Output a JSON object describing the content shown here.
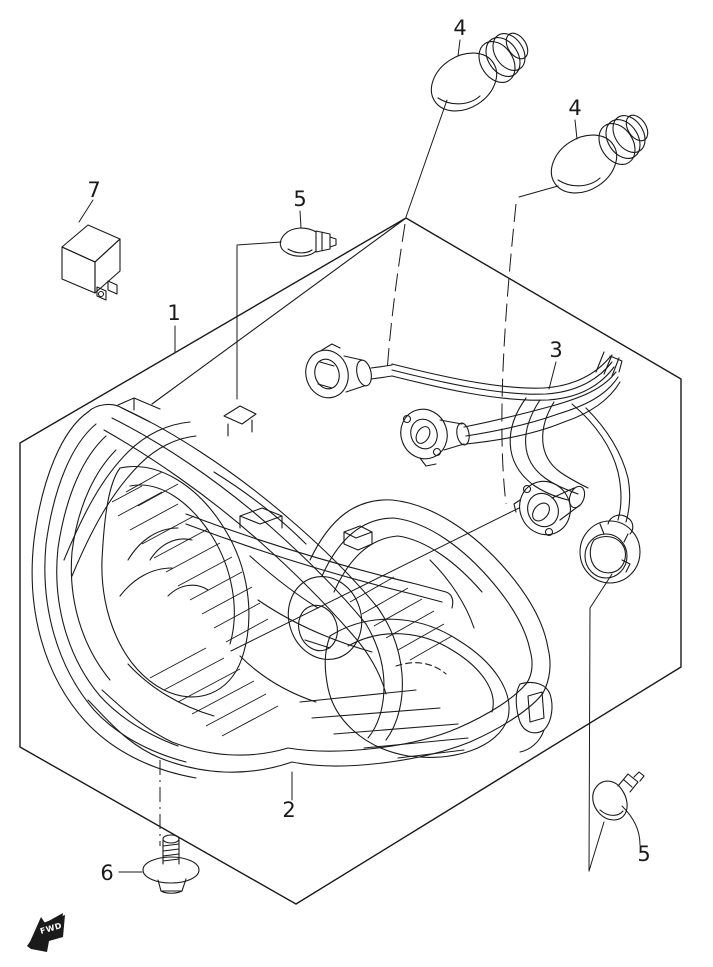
{
  "colors": {
    "paper": "#ffffff",
    "ink": "#1a1a1a"
  },
  "callouts": {
    "c1": "1",
    "c2": "2",
    "c3": "3",
    "c4a": "4",
    "c4b": "4",
    "c5a": "5",
    "c5b": "5",
    "c6": "6",
    "c7": "7"
  },
  "badge": {
    "fwd": "FWD"
  }
}
